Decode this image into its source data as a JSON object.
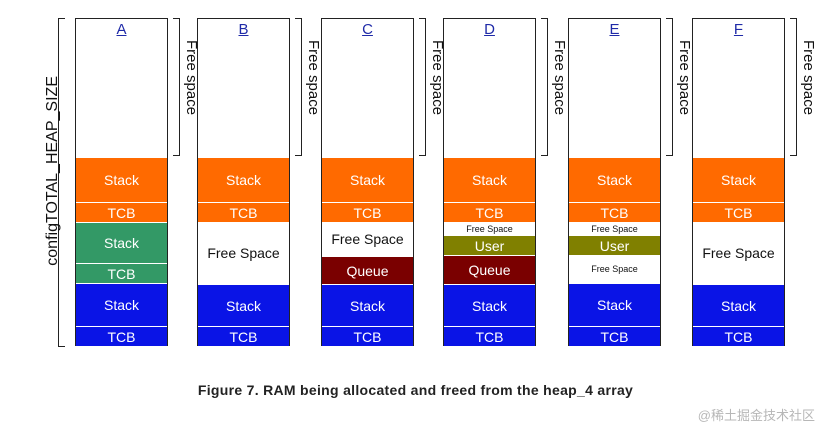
{
  "heap_label": "configTOTAL_HEAP_SIZE",
  "free_space_label": "Free space",
  "caption": "Figure 7.  RAM being allocated and freed from the heap_4 array",
  "watermark": "@稀土掘金技术社区",
  "colors": {
    "orange": "#ff6a00",
    "green": "#339966",
    "blue": "#0a14e6",
    "darkred": "#7a0000",
    "olive": "#808000",
    "free": "#ffffff"
  },
  "columns": [
    {
      "label": "A",
      "blocks": [
        {
          "text": "Stack",
          "color": "orange"
        },
        {
          "text": "TCB",
          "color": "orange"
        },
        {
          "text": "Stack",
          "color": "green"
        },
        {
          "text": "TCB",
          "color": "green"
        },
        {
          "text": "Stack",
          "color": "blue"
        },
        {
          "text": "TCB",
          "color": "blue"
        }
      ]
    },
    {
      "label": "B",
      "blocks": [
        {
          "text": "Stack",
          "color": "orange"
        },
        {
          "text": "TCB",
          "color": "orange"
        },
        {
          "text": "Free Space",
          "color": "free"
        },
        {
          "text": "Stack",
          "color": "blue"
        },
        {
          "text": "TCB",
          "color": "blue"
        }
      ]
    },
    {
      "label": "C",
      "blocks": [
        {
          "text": "Stack",
          "color": "orange"
        },
        {
          "text": "TCB",
          "color": "orange"
        },
        {
          "text": "Free Space",
          "color": "free"
        },
        {
          "text": "Queue",
          "color": "darkred"
        },
        {
          "text": "Stack",
          "color": "blue"
        },
        {
          "text": "TCB",
          "color": "blue"
        }
      ]
    },
    {
      "label": "D",
      "blocks": [
        {
          "text": "Stack",
          "color": "orange"
        },
        {
          "text": "TCB",
          "color": "orange"
        },
        {
          "text": "Free Space",
          "color": "free",
          "small": true
        },
        {
          "text": "User",
          "color": "olive"
        },
        {
          "text": "Queue",
          "color": "darkred"
        },
        {
          "text": "Stack",
          "color": "blue"
        },
        {
          "text": "TCB",
          "color": "blue"
        }
      ]
    },
    {
      "label": "E",
      "blocks": [
        {
          "text": "Stack",
          "color": "orange"
        },
        {
          "text": "TCB",
          "color": "orange"
        },
        {
          "text": "Free Space",
          "color": "free",
          "small": true
        },
        {
          "text": "User",
          "color": "olive"
        },
        {
          "text": "Free Space",
          "color": "free",
          "small": true
        },
        {
          "text": "Stack",
          "color": "blue"
        },
        {
          "text": "TCB",
          "color": "blue"
        }
      ]
    },
    {
      "label": "F",
      "blocks": [
        {
          "text": "Stack",
          "color": "orange"
        },
        {
          "text": "TCB",
          "color": "orange"
        },
        {
          "text": "Free Space",
          "color": "free"
        },
        {
          "text": "Stack",
          "color": "blue"
        },
        {
          "text": "TCB",
          "color": "blue"
        }
      ]
    }
  ]
}
